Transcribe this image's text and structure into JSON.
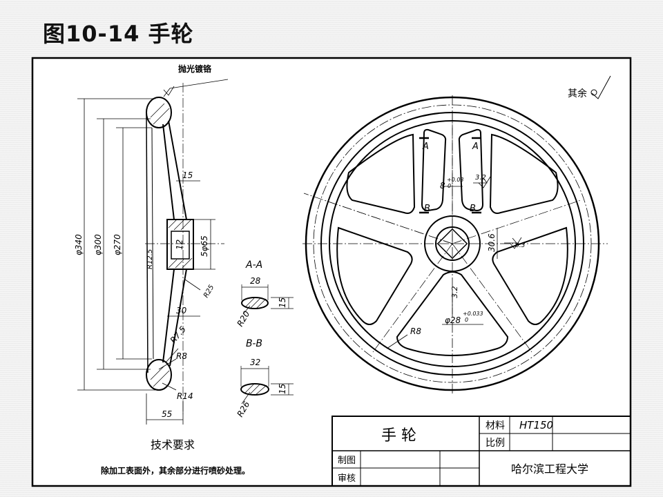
{
  "slide_title": "图10-14 手轮",
  "surface_note": "抛光镀铬",
  "roughness_note": "其余",
  "dims": {
    "d340": "φ340",
    "d300": "φ300",
    "d270": "φ270",
    "d65": "5φ65",
    "d12": "12",
    "r125": "R12.5",
    "r25": "R25",
    "w15": "15",
    "w30": "30",
    "r75": "R7.5",
    "r8_side": "R8",
    "r14": "R14",
    "w55": "55",
    "key8": "8",
    "key_tol": "+0.03",
    "key_tol2": "0",
    "ra32a": "3.2",
    "d306": "30.6",
    "ra63": "6.3",
    "ra32b": "3.2",
    "d28": "φ28",
    "d28_tol": "+0.033",
    "d28_tol2": "0",
    "r8_front": "R8"
  },
  "marks": {
    "a_left": "A",
    "a_right": "A",
    "b_left": "B",
    "b_right": "B"
  },
  "section_aa": {
    "label": "A-A",
    "width": "28",
    "height": "15",
    "radius": "R20"
  },
  "section_bb": {
    "label": "B-B",
    "width": "32",
    "height": "15",
    "radius": "R26"
  },
  "tech_req": {
    "title": "技术要求",
    "text": "除加工表面外，其余部分进行喷砂处理。"
  },
  "title_block": {
    "part_name": "手      轮",
    "material_label": "材料",
    "material_value": "HT150",
    "scale_label": "比例",
    "drawn_label": "制图",
    "checked_label": "审核",
    "org": "哈尔滨工程大学"
  }
}
